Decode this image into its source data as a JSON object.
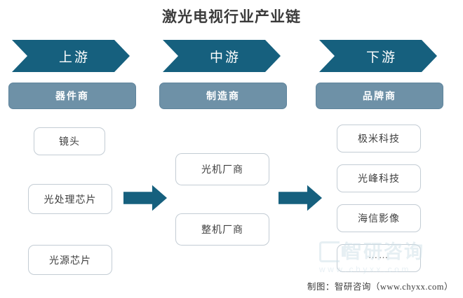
{
  "title": "激光电视行业产业链",
  "stages": [
    {
      "id": "upstream",
      "chevron_label": "上游",
      "role_label": "器件商",
      "nodes": [
        "镜头",
        "光处理芯片",
        "光源芯片"
      ]
    },
    {
      "id": "midstream",
      "chevron_label": "中游",
      "role_label": "制造商",
      "nodes": [
        "光机厂商",
        "整机厂商"
      ]
    },
    {
      "id": "downstream",
      "chevron_label": "下游",
      "role_label": "品牌商",
      "nodes": [
        "极米科技",
        "光峰科技",
        "海信影像",
        "……"
      ]
    }
  ],
  "arrows": [
    {
      "name": "arrow-upstream-to-midstream",
      "direction": "right"
    },
    {
      "name": "arrow-midstream-to-downstream",
      "direction": "right"
    }
  ],
  "watermark": {
    "brand": "智研咨询",
    "url": "www.chyxx.com"
  },
  "credit": "制图：智研咨询（www.chyxx.com）",
  "colors": {
    "chevron": "#16607e",
    "role_box": "#6e91a7",
    "node_border": "#c3ccd4",
    "arrow": "#16607e",
    "title_text": "#3b3b3b",
    "watermark": "#cfe0e8",
    "background": "#ffffff"
  }
}
